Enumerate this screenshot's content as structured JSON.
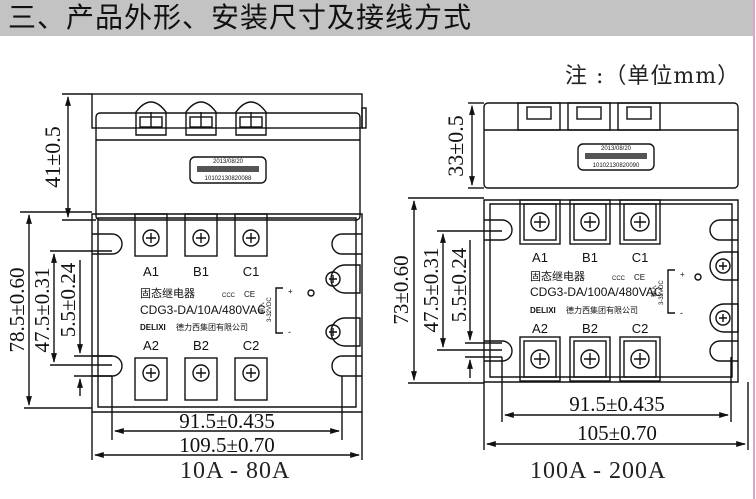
{
  "header": {
    "title": "三、产品外形、安装尺寸及接线方式"
  },
  "note": "注 :（单位mm）",
  "models": [
    {
      "caption": "10A - 80A",
      "side_view": {
        "height_dim": "41±0.5",
        "label_date": "2013/08/20",
        "label_serial": "10102130820088"
      },
      "top_view": {
        "height_dim": "78.5±0.60",
        "hole_spacing_dim": "47.5±0.31",
        "hole_dim": "5.5±0.24",
        "mount_width_dim": "91.5±0.435",
        "total_width_dim": "109.5±0.70",
        "terminals_top": [
          "A1",
          "B1",
          "C1"
        ],
        "terminals_bottom": [
          "A2",
          "B2",
          "C2"
        ],
        "product_name": "固态继电器",
        "model_code": "CDG3-DA/10A/480VAC",
        "brand": "DELIXI",
        "company": "德力西集团有限公司",
        "input_label": "输入",
        "input_voltage": "3-32VDC",
        "plus": "+",
        "minus": "-",
        "ccc_mark": "CCC",
        "ce_mark": "CE"
      }
    },
    {
      "caption": "100A - 200A",
      "side_view": {
        "height_dim": "33±0.5",
        "label_date": "2013/08/20",
        "label_serial": "10102130820090"
      },
      "top_view": {
        "height_dim": "73±0.60",
        "hole_spacing_dim": "47.5±0.31",
        "hole_dim": "5.5±0.24",
        "mount_width_dim": "91.5±0.435",
        "total_width_dim": "105±0.70",
        "terminals_top": [
          "A1",
          "B1",
          "C1"
        ],
        "terminals_bottom": [
          "A2",
          "B2",
          "C2"
        ],
        "product_name": "固态继电器",
        "model_code": "CDG3-DA/100A/480VAC",
        "brand": "DELIXI",
        "company": "德力西集团有限公司",
        "input_label": "输入",
        "input_voltage": "3-32VDC",
        "plus": "+",
        "minus": "-",
        "ccc_mark": "CCC",
        "ce_mark": "CE"
      }
    }
  ]
}
